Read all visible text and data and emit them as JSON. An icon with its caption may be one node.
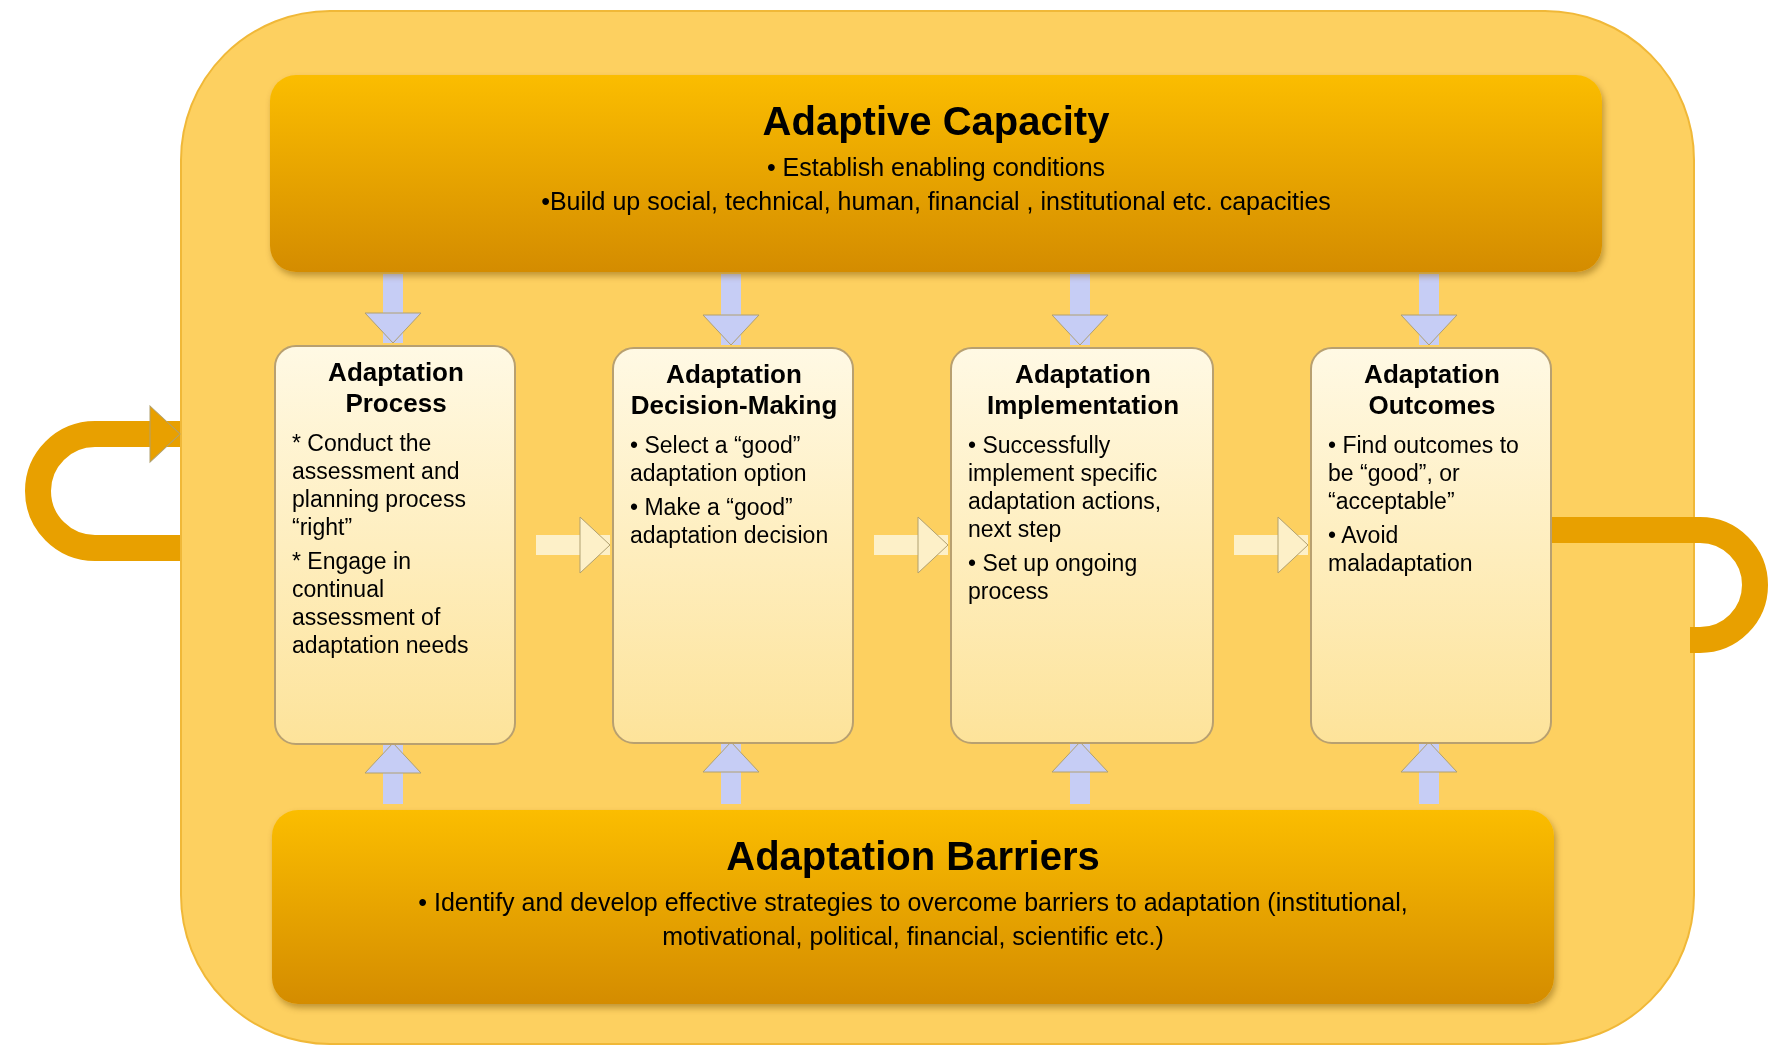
{
  "diagram": {
    "nodes": [
      {
        "text": [],
        "shape": "box"
      },
      {
        "text": [
          "Adaptive Capacity",
          "• Establish enabling conditions",
          "•Build up social, technical, human, financial , institutional etc. capacities"
        ],
        "in": 0
      },
      {
        "text": [
          "Adaptation Process",
          "* Conduct the assessment and planning process “right”",
          "* Engage in continual assessment of adaptation needs"
        ],
        "in": 0
      },
      {
        "text": [
          "Adaptation Decision-Making",
          "• Select a “good” adaptation option",
          "• Make a “good” adaptation decision"
        ],
        "in": 0
      },
      {
        "text": [
          "Adaptation Implementation",
          "• Successfully implement specific adaptation actions, next step",
          "• Set up ongoing process"
        ],
        "in": 0
      },
      {
        "text": [
          "Adaptation Outcomes",
          "• Find outcomes to be “good”, or “acceptable”",
          "• Avoid maladaptation"
        ],
        "in": 0
      },
      {
        "text": [
          "Adaptation Barriers",
          "• Identify and develop effective strategies to overcome barriers to adaptation (institutional, motivational, political, financial, scientific etc.)"
        ],
        "in": 0
      }
    ],
    "edges": [
      {
        "from": 1,
        "to": 2,
        "arrow": "to"
      },
      {
        "from": 1,
        "to": 3,
        "arrow": "to"
      },
      {
        "from": 1,
        "to": 4,
        "arrow": "to"
      },
      {
        "from": 1,
        "to": 5,
        "arrow": "to"
      },
      {
        "from": 2,
        "to": 3,
        "arrow": "to",
        "color": "#fdf0c8"
      },
      {
        "from": 3,
        "to": 4,
        "arrow": "to",
        "color": "#fdf0c8"
      },
      {
        "from": 4,
        "to": 5,
        "arrow": "to",
        "color": "#fdf0c8"
      },
      {
        "from": 6,
        "to": 2,
        "arrow": "to"
      },
      {
        "from": 6,
        "to": 3,
        "arrow": "to"
      },
      {
        "from": 6,
        "to": 4,
        "arrow": "to"
      },
      {
        "from": 6,
        "to": 5,
        "arrow": "to"
      },
      {
        "from": 5,
        "to": null,
        "arrow": "none",
        "color": "#e8a000"
      },
      {
        "from": null,
        "to": 0,
        "arrow": "to",
        "color": "#e8a000"
      }
    ]
  }
}
